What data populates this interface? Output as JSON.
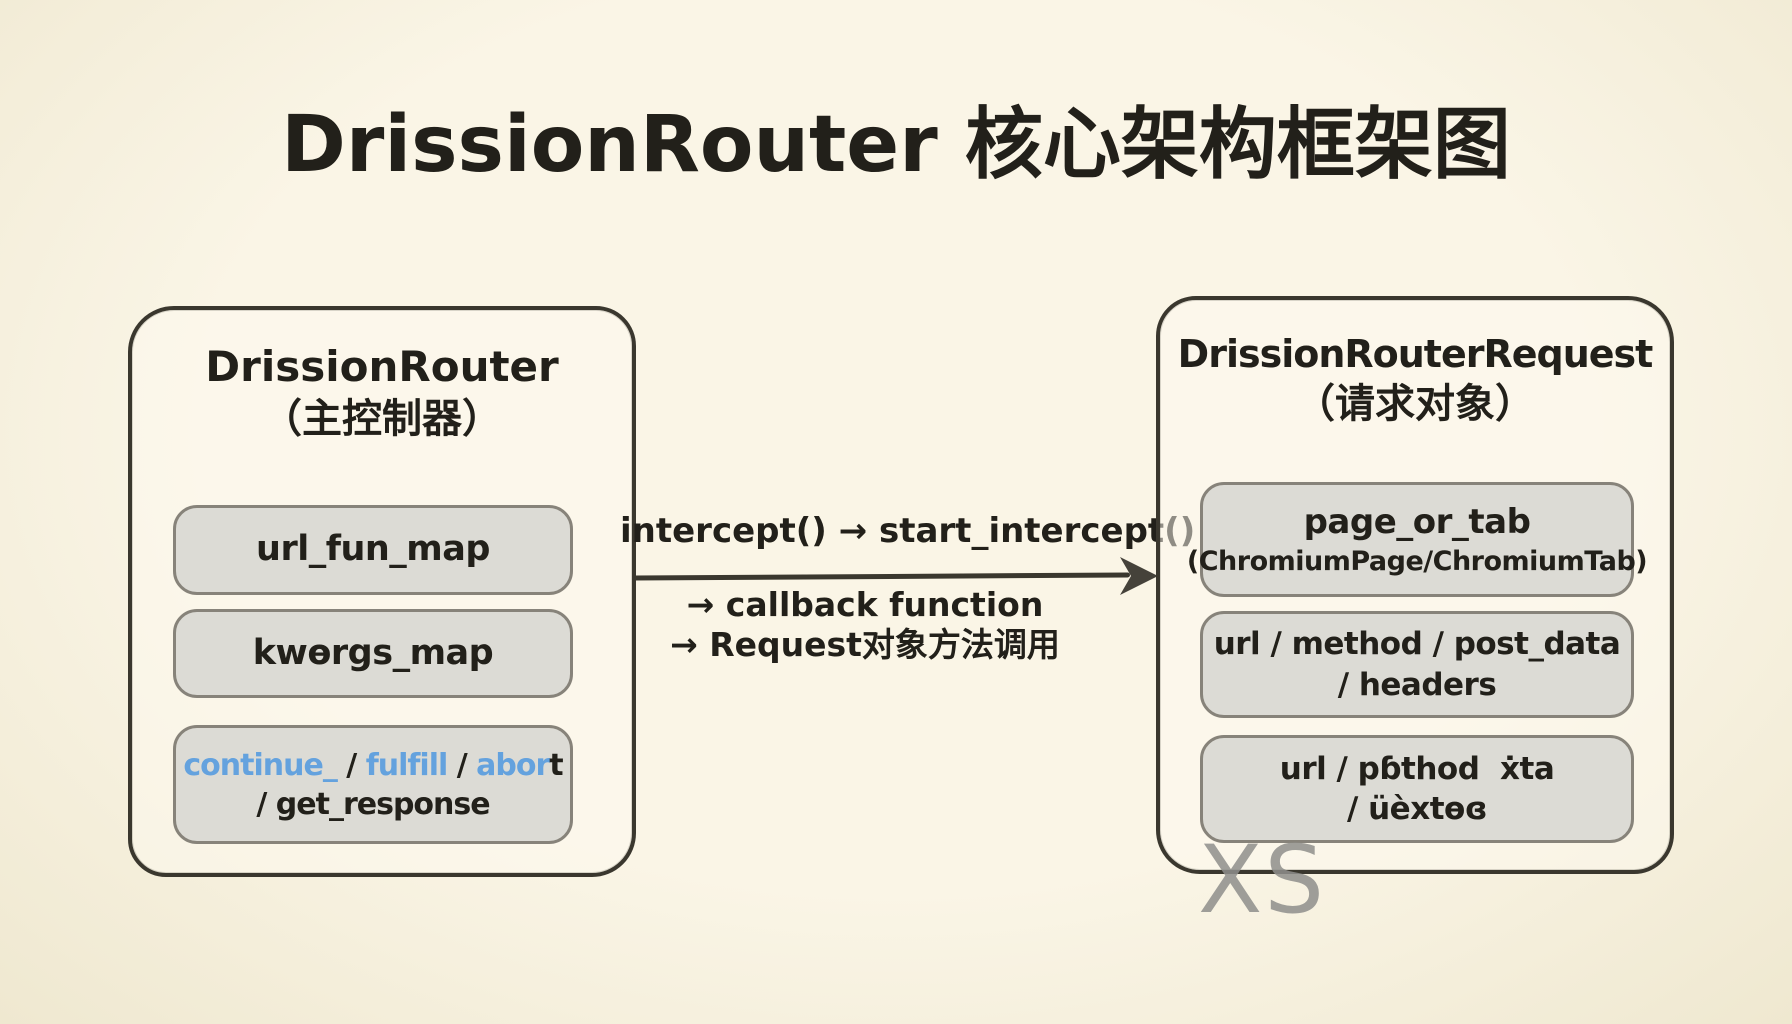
{
  "page": {
    "title": "DrissionRouter 核心架构框架图",
    "watermark": "XS"
  },
  "colors": {
    "background_center": "#faf5e6",
    "background_edge": "#efe8d0",
    "border_dark": "#3a372e",
    "item_fill": "#dcdbd5",
    "item_border": "#87837a",
    "text": "#22201a",
    "blue": "#64a2de",
    "watermark": "#8f8f8c"
  },
  "left_box": {
    "title": "DrissionRouter",
    "subtitle": "（主控制器）",
    "items": [
      {
        "lines": [
          [
            {
              "t": "url_fun_map"
            }
          ]
        ]
      },
      {
        "lines": [
          [
            {
              "t": "kwɵrgs_map"
            }
          ]
        ]
      },
      {
        "lines": [
          [
            {
              "t": "continue_",
              "blue": true
            },
            {
              "t": " / "
            },
            {
              "t": "fulfill",
              "blue": true
            },
            {
              "t": " / "
            },
            {
              "t": "abor",
              "blue": true
            },
            {
              "t": "t"
            }
          ],
          [
            {
              "t": "/ get_response"
            }
          ]
        ]
      }
    ]
  },
  "right_box": {
    "title": "DrissionRouterRequest",
    "subtitle": "（请求对象）",
    "items": [
      {
        "lines": [
          [
            {
              "t": "page_or_tab"
            }
          ],
          [
            {
              "t": "(ChromiumPage/ChromiumTab)"
            }
          ]
        ]
      },
      {
        "lines": [
          [
            {
              "t": "url / method / post_data"
            }
          ],
          [
            {
              "t": "/ headers"
            }
          ]
        ]
      },
      {
        "lines": [
          [
            {
              "t": "url / pɓthod  ẋta"
            }
          ],
          [
            {
              "t": "/ üèxtɵɞ"
            }
          ]
        ]
      }
    ]
  },
  "arrow": {
    "label_top": "intercept() → start_intercept()",
    "label_lines": [
      "→ callback function",
      "→ Request对象方法调用"
    ]
  }
}
